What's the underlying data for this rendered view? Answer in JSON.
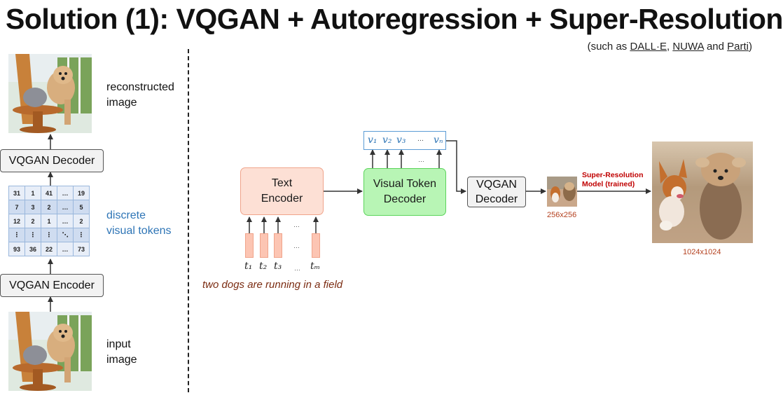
{
  "title": "Solution (1): VQGAN + Autoregression + Super-Resolution",
  "subtitle": {
    "prefix": "(such as ",
    "links": [
      "DALL·E",
      "NUWA",
      "Parti"
    ],
    "sep1": ", ",
    "sep2": " and ",
    "suffix": ")"
  },
  "left_panel": {
    "reconstructed_label_line1": "reconstructed",
    "reconstructed_label_line2": "image",
    "decoder_label": "VQGAN Decoder",
    "encoder_label": "VQGAN Encoder",
    "tokens_label_line1": "discrete",
    "tokens_label_line2": "visual tokens",
    "input_label_line1": "input",
    "input_label_line2": "image",
    "token_grid": [
      [
        "31",
        "1",
        "41",
        "…",
        "19"
      ],
      [
        "7",
        "3",
        "2",
        "…",
        "5"
      ],
      [
        "12",
        "2",
        "1",
        "…",
        "2"
      ],
      [
        "⋮",
        "⋮",
        "⋮",
        "⋱",
        "⋮"
      ],
      [
        "93",
        "36",
        "22",
        "…",
        "73"
      ]
    ]
  },
  "right_panel": {
    "text_encoder_line1": "Text",
    "text_encoder_line2": "Encoder",
    "vtd_line1": "Visual Token",
    "vtd_line2": "Decoder",
    "vqgan_decoder_line1": "VQGAN",
    "vqgan_decoder_line2": "Decoder",
    "visual_tokens": [
      "v₁",
      "v₂",
      "v₃",
      "…",
      "vₙ"
    ],
    "text_tokens": [
      "t₁",
      "t₂",
      "t₃",
      "…",
      "tₘ"
    ],
    "ellipsis": "…",
    "prompt": "two dogs are running in a field",
    "small_image_caption": "256x256",
    "large_image_caption": "1024x1024",
    "sr_label_line1": "Super-Resolution",
    "sr_label_line2": "Model (trained)"
  }
}
